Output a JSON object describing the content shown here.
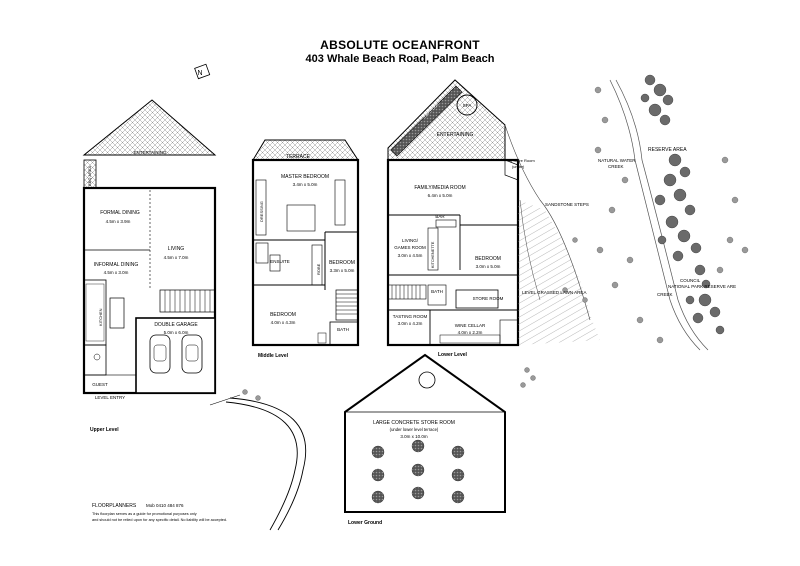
{
  "header": {
    "title": "ABSOLUTE OCEANFRONT",
    "address": "403 Whale Beach Road, Palm Beach"
  },
  "compass": {
    "label": "N"
  },
  "levels": {
    "upper": "Upper Level",
    "middle": "Middle Level",
    "lower": "Lower Level",
    "ground": "Lower Ground"
  },
  "rooms": {
    "upper_entertaining": "ENTERTAINING",
    "bbq_area": "BBQ AREA",
    "formal_dining": "FORMAL DINING",
    "formal_dining_size": "4.5m x 3.9m",
    "living": "LIVING",
    "living_size": "4.5m x 7.0m",
    "informal_dining": "INFORMAL DINING",
    "informal_dining_size": "4.5m x 3.0m",
    "kitchen": "KITCHEN",
    "double_garage": "DOUBLE GARAGE",
    "double_garage_size": "5.0m x 6.0m",
    "guest": "GUEST",
    "level_entry": "LEVEL ENTRY",
    "terrace": "TERRACE",
    "master_bedroom": "MASTER BEDROOM",
    "master_bedroom_size": "3.4m x 5.0m",
    "dressing": "DRESSING",
    "ensuite": "ENSUITE",
    "robe": "ROBE",
    "bedroom_mid_right": "BEDROOM",
    "bedroom_mid_right_size": "3.3m x 5.0m",
    "bedroom_mid_left": "BEDROOM",
    "bedroom_mid_left_size": "4.0m x 4.3m",
    "bath_mid": "BATH",
    "lap_pool": "LAP POOL",
    "spa": "SPA",
    "lower_entertaining": "ENTERTAINING",
    "family_media": "FAMILY/MEDIA ROOM",
    "family_media_size": "6.4m x 5.0m",
    "bar": "BAR",
    "living_games": "LIVING/",
    "living_games_2": "GAMES ROOM",
    "living_games_size": "3.0m x 4.5m",
    "kitchenette": "KITCHENETTE",
    "bedroom_lower": "BEDROOM",
    "bedroom_lower_size": "3.0m x 5.0m",
    "bath_lower": "BATH",
    "store_room": "STORE ROOM",
    "tasting_room": "TASTING ROOM",
    "tasting_room_size": "3.0m x 4.2m",
    "wine_cellar": "WINE CELLAR",
    "wine_cellar_size": "4.0m x 2.2m",
    "large_store": "LARGE CONCRETE STORE ROOM",
    "large_store_sub": "(under lower level terrace)",
    "large_store_size": "3.0m x 10.0m"
  },
  "site": {
    "to_store_room": "To Store Room",
    "to_store_room_sub": "(under)",
    "sandstone_steps": "SANDSTONE STEPS",
    "level_lawn": "LEVEL GRASSED LAWN AREA",
    "reserve_area": "RESERVE AREA",
    "natural_water": "NATURAL WATER",
    "natural_water_2": "CREEK",
    "council": "COUNCIL",
    "national_park": "NATIONAL PARK RESERVE ARE",
    "creek": "CREEK"
  },
  "footer": {
    "company": "FLOORPLANNERS",
    "phone": "Mob 0410 484 876",
    "disclaimer_1": "This floorplan serves as a guide for promotional purposes only",
    "disclaimer_2": "and should not be relied upon for any specific detail. No liability will be accepted."
  }
}
